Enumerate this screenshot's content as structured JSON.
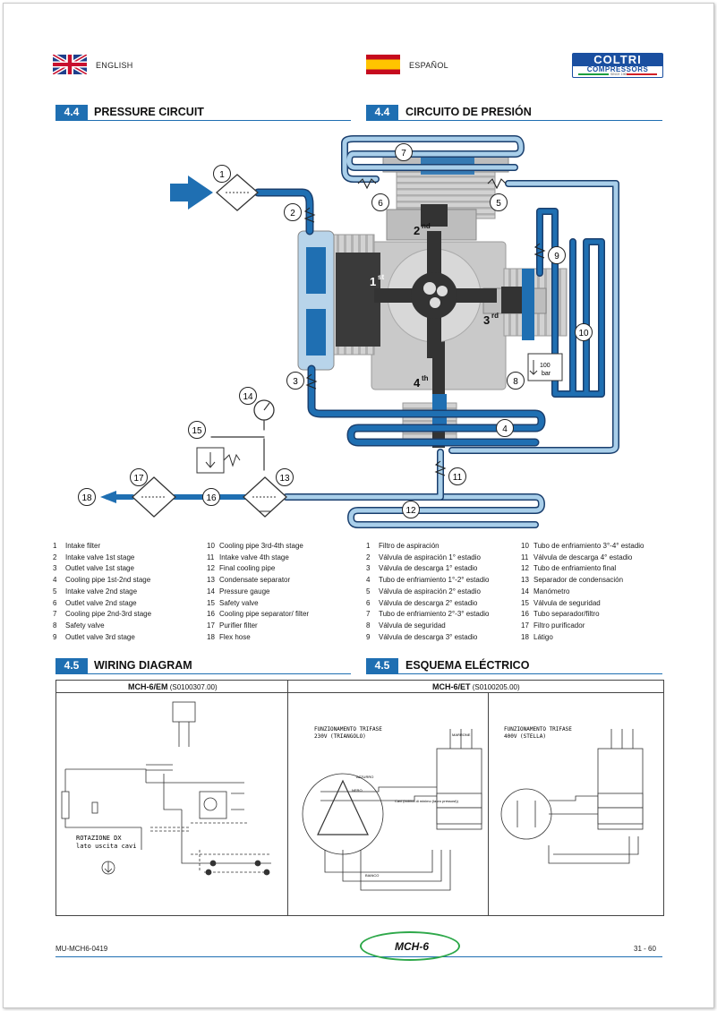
{
  "header": {
    "lang_en": "ENGLISH",
    "lang_es": "ESPAÑOL",
    "logo_top": "COLTRI",
    "logo_bottom": "COMPRESSORS",
    "logo_tag": "SINCE 1969"
  },
  "section_44": {
    "number": "4.4",
    "title_en": "PRESSURE CIRCUIT",
    "title_es": "CIRCUITO DE PRESIÓN"
  },
  "diagram": {
    "callouts": [
      "1",
      "2",
      "3",
      "4",
      "5",
      "6",
      "7",
      "8",
      "9",
      "10",
      "11",
      "12",
      "13",
      "14",
      "15",
      "16",
      "17",
      "18"
    ],
    "stage_1": "1",
    "stage_1_sup": "st",
    "stage_2": "2",
    "stage_2_sup": "nd",
    "stage_3": "3",
    "stage_3_sup": "rd",
    "stage_4": "4",
    "stage_4_sup": "th",
    "gauge_top": "100",
    "gauge_bottom": "bar"
  },
  "legend_en": [
    {
      "n": "1",
      "t": "Intake filter"
    },
    {
      "n": "2",
      "t": "Intake valve 1st stage"
    },
    {
      "n": "3",
      "t": "Outlet valve 1st stage"
    },
    {
      "n": "4",
      "t": "Cooling pipe 1st-2nd stage"
    },
    {
      "n": "5",
      "t": "Intake valve 2nd stage"
    },
    {
      "n": "6",
      "t": "Outlet valve 2nd stage"
    },
    {
      "n": "7",
      "t": "Cooling pipe 2nd-3rd stage"
    },
    {
      "n": "8",
      "t": "Safety valve"
    },
    {
      "n": "9",
      "t": "Outlet valve 3rd stage"
    },
    {
      "n": "10",
      "t": "Cooling pipe 3rd-4th stage"
    },
    {
      "n": "11",
      "t": "Intake valve 4th stage"
    },
    {
      "n": "12",
      "t": "Final cooling pipe"
    },
    {
      "n": "13",
      "t": "Condensate separator"
    },
    {
      "n": "14",
      "t": "Pressure gauge"
    },
    {
      "n": "15",
      "t": "Safety valve"
    },
    {
      "n": "16",
      "t": "Cooling pipe separator/ filter"
    },
    {
      "n": "17",
      "t": "Purifier filter"
    },
    {
      "n": "18",
      "t": "Flex hose"
    }
  ],
  "legend_es": [
    {
      "n": "1",
      "t": "Filtro de aspiración"
    },
    {
      "n": "2",
      "t": "Válvula de aspiración 1° estadio"
    },
    {
      "n": "3",
      "t": "Válvula de descarga 1° estadio"
    },
    {
      "n": "4",
      "t": "Tubo de enfriamiento 1°-2° estadio"
    },
    {
      "n": "5",
      "t": "Válvula de aspiración 2° estadio"
    },
    {
      "n": "6",
      "t": "Válvula de descarga 2° estadio"
    },
    {
      "n": "7",
      "t": "Tubo de enfriamiento 2°-3° estadio"
    },
    {
      "n": "8",
      "t": "Válvula de seguridad"
    },
    {
      "n": "9",
      "t": "Válvula de descarga 3° estadio"
    },
    {
      "n": "10",
      "t": "Tubo de enfriamiento 3°-4° estadio"
    },
    {
      "n": "11",
      "t": "Válvula de descarga 4° estadio"
    },
    {
      "n": "12",
      "t": "Tubo de enfriamiento final"
    },
    {
      "n": "13",
      "t": "Separador de condensación"
    },
    {
      "n": "14",
      "t": "Manómetro"
    },
    {
      "n": "15",
      "t": "Válvula de seguridad"
    },
    {
      "n": "16",
      "t": "Tubo separador/filtro"
    },
    {
      "n": "17",
      "t": "Filtro purificador"
    },
    {
      "n": "18",
      "t": "Látigo"
    }
  ],
  "section_45": {
    "number": "4.5",
    "title_en": "WIRING DIAGRAM",
    "title_es": "ESQUEMA ELÉCTRICO"
  },
  "wiring": {
    "left_model": "MCH-6/EM",
    "left_code": "(S0100307.00)",
    "right_model": "MCH-6/ET",
    "right_code": "(S0100205.00)",
    "left_rotation_1": "ROTAZIONE DX",
    "left_rotation_2": "lato uscita cavi",
    "tri_title_1": "FUNZIONAMENTO TRIFASE",
    "tri_title_2": "230V (TRIANGOLO)",
    "star_title_1": "FUNZIONAMENTO TRIFASE",
    "star_title_2": "400V (STELLA)",
    "wire_azzurro": "AZZURRO",
    "wire_nero": "NERO",
    "wire_bianco": "BIANCO",
    "wire_marrone": "MARRONE",
    "coil_note": "Cavi (bobina di minimo (lauro pressost))"
  },
  "footer": {
    "doc_code": "MU-MCH6-0419",
    "model": "MCH-6",
    "page": "31 - 60"
  },
  "colors": {
    "accent": "#1f6fb2",
    "pipe_dark": "#1f6fb2",
    "pipe_light": "#a9cfea",
    "metal": "#c8c8c8",
    "highlight_oval": "#2ea84a"
  }
}
